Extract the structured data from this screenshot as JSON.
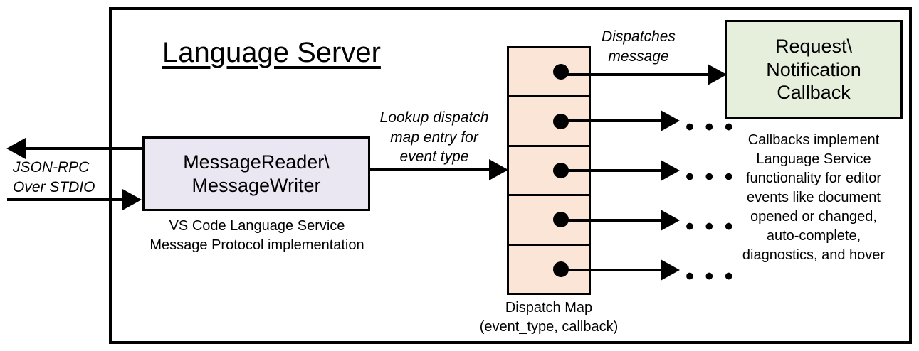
{
  "diagram": {
    "container": {
      "title": "Language Server"
    },
    "nodes": {
      "message_io": {
        "label_line1": "MessageReader\\",
        "label_line2": "MessageWriter",
        "fill": "#EAE7F2",
        "caption_line1": "VS Code Language Service",
        "caption_line2": "Message Protocol implementation"
      },
      "dispatch_map": {
        "fill": "#FBE5D6",
        "row_count": 5,
        "caption_line1": "Dispatch Map",
        "caption_line2": "(event_type, callback)"
      },
      "callback": {
        "label_line1": "Request\\",
        "label_line2": "Notification",
        "label_line3": "Callback",
        "fill": "#E6EEDC",
        "caption_line1": "Callbacks implement",
        "caption_line2": "Language Service",
        "caption_line3": "functionality for editor",
        "caption_line4": "events like document",
        "caption_line5": "opened or changed,",
        "caption_line6": "auto-complete,",
        "caption_line7": "diagnostics, and hover"
      }
    },
    "edges": {
      "transport": {
        "label_line1": "JSON-RPC",
        "label_line2": "Over STDIO"
      },
      "lookup": {
        "label_line1": "Lookup dispatch",
        "label_line2": "map entry for",
        "label_line3": "event type"
      },
      "dispatch": {
        "label_line1": "Dispatches",
        "label_line2": "message"
      },
      "ellipsis": "• • •"
    }
  }
}
